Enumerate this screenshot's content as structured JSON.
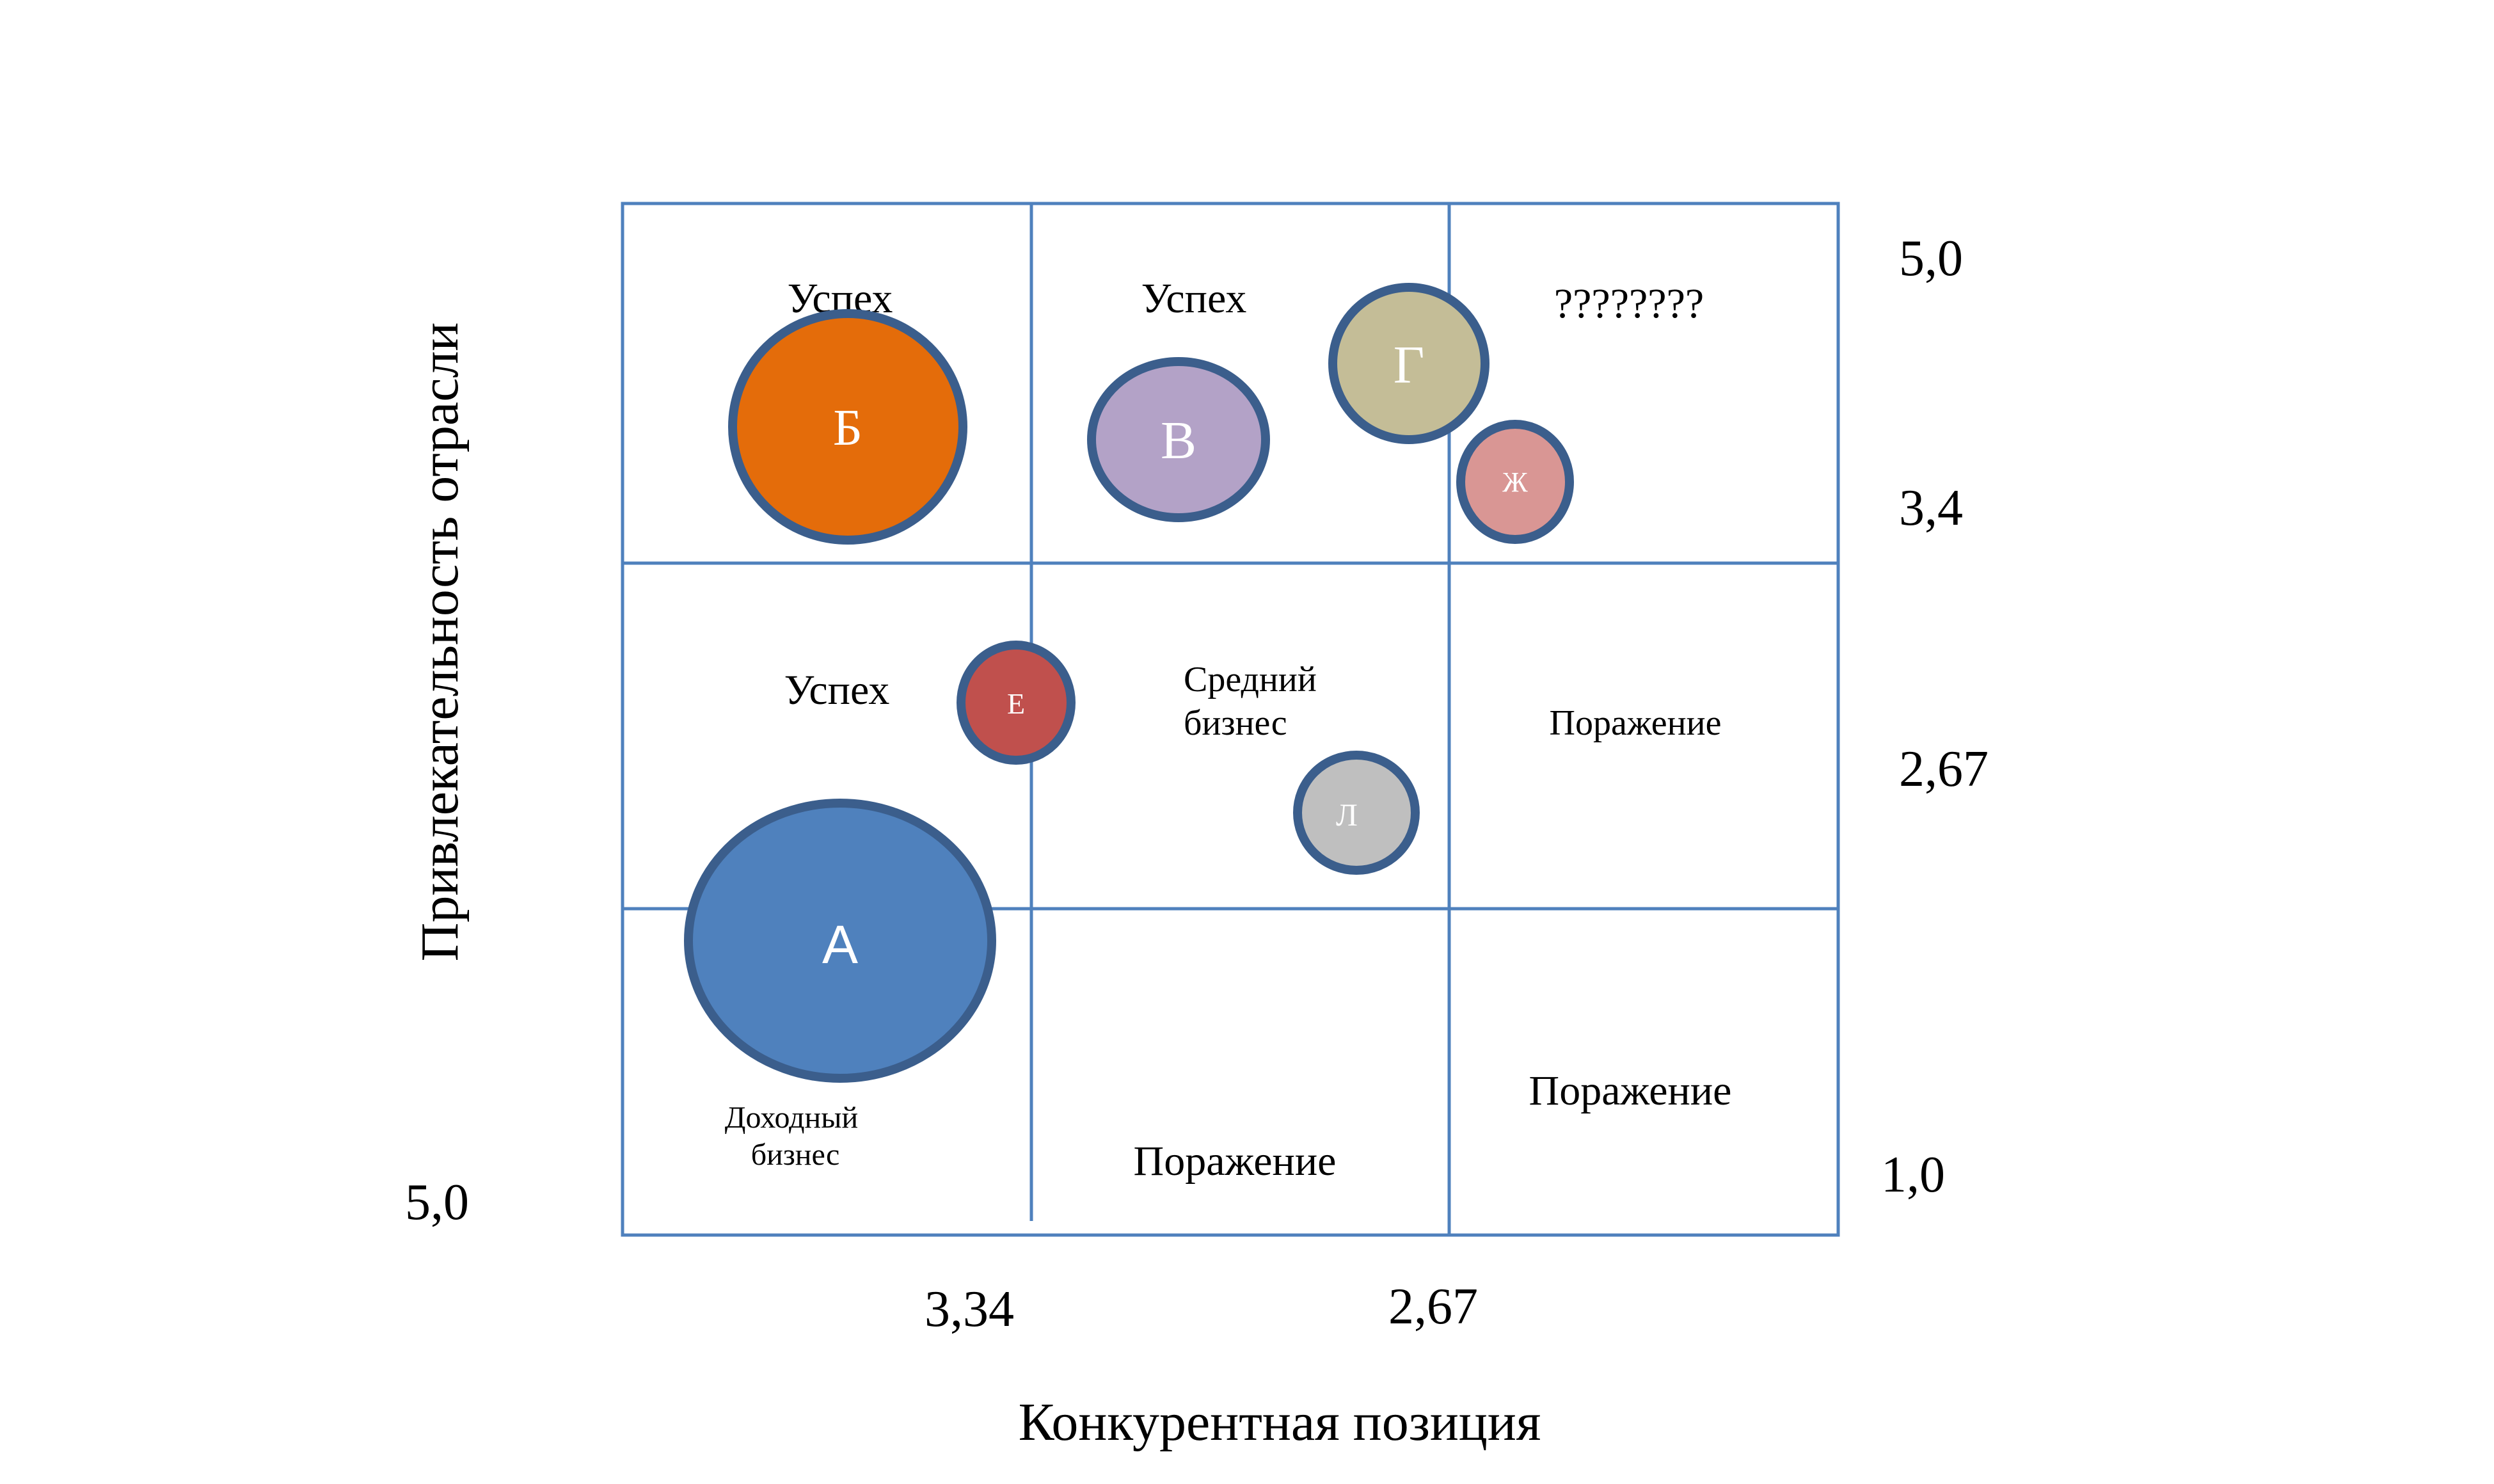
{
  "axes": {
    "x_title": "Конкурентная позиция",
    "y_title": "Привлекательность отрасли",
    "x_ticks": [
      "5,0",
      "3,34",
      "2,67"
    ],
    "y_ticks": [
      "5,0",
      "3,4",
      "2,67",
      "1,0"
    ]
  },
  "cells": [
    {
      "row": 1,
      "col": 1,
      "text": "Успех"
    },
    {
      "row": 1,
      "col": 2,
      "text": "Успех"
    },
    {
      "row": 1,
      "col": 3,
      "text": "????????"
    },
    {
      "row": 2,
      "col": 1,
      "text": "Успех"
    },
    {
      "row": 2,
      "col": 2,
      "text": "Средний бизнес",
      "lines": [
        "Средний",
        "бизнес"
      ]
    },
    {
      "row": 2,
      "col": 3,
      "text": "Поражение"
    },
    {
      "row": 3,
      "col": 1,
      "text": "Доходный бизнес",
      "lines": [
        "Доходный",
        "бизнес"
      ]
    },
    {
      "row": 3,
      "col": 2,
      "text": "Поражение"
    },
    {
      "row": 3,
      "col": 3,
      "text": "Поражение"
    }
  ],
  "bubbles": [
    {
      "label": "Б",
      "color": "#E46C0A"
    },
    {
      "label": "В",
      "color": "#B3A2C7"
    },
    {
      "label": "Г",
      "color": "#C4BD97"
    },
    {
      "label": "Ж",
      "color": "#D99694"
    },
    {
      "label": "Е",
      "color": "#C0504D"
    },
    {
      "label": "Л",
      "color": "#BFBFBF"
    },
    {
      "label": "А",
      "color": "#4F81BD"
    }
  ],
  "colors": {
    "grid": "#4F81BD",
    "bubble_border": "#3B5E8C"
  }
}
